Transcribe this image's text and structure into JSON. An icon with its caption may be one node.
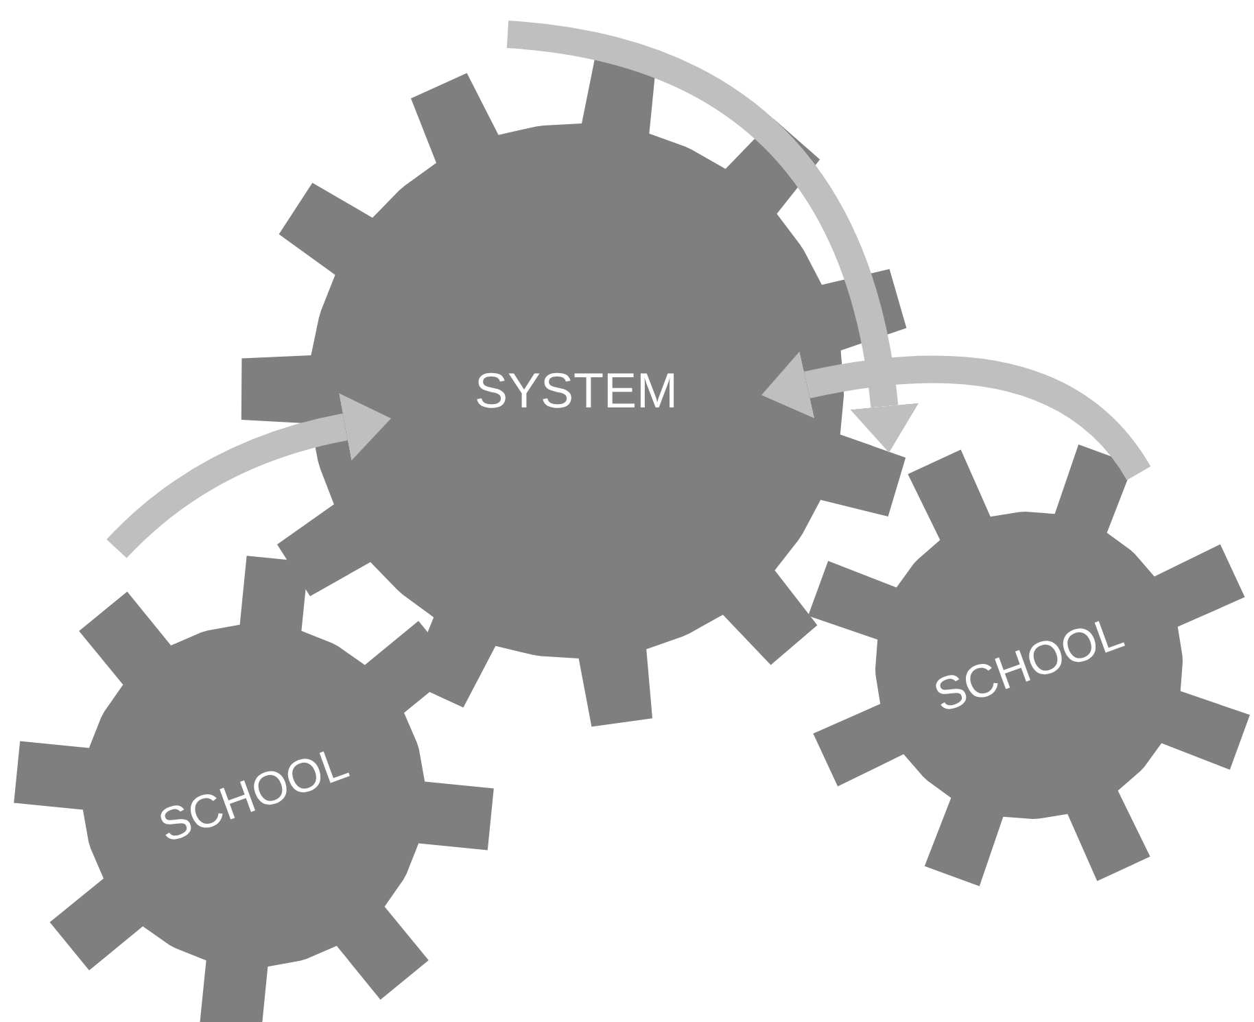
{
  "diagram": {
    "nodes": [
      {
        "text": [
          "SYSTEM"
        ]
      },
      {
        "text": [
          "SCHOOL"
        ]
      },
      {
        "text": [
          "SCHOOL"
        ]
      }
    ],
    "edges": [
      {
        "from": null,
        "to": 0,
        "arrow": "to"
      },
      {
        "from": 2,
        "to": 0,
        "arrow": "to"
      },
      {
        "from": null,
        "to": 2,
        "arrow": "to"
      }
    ]
  }
}
